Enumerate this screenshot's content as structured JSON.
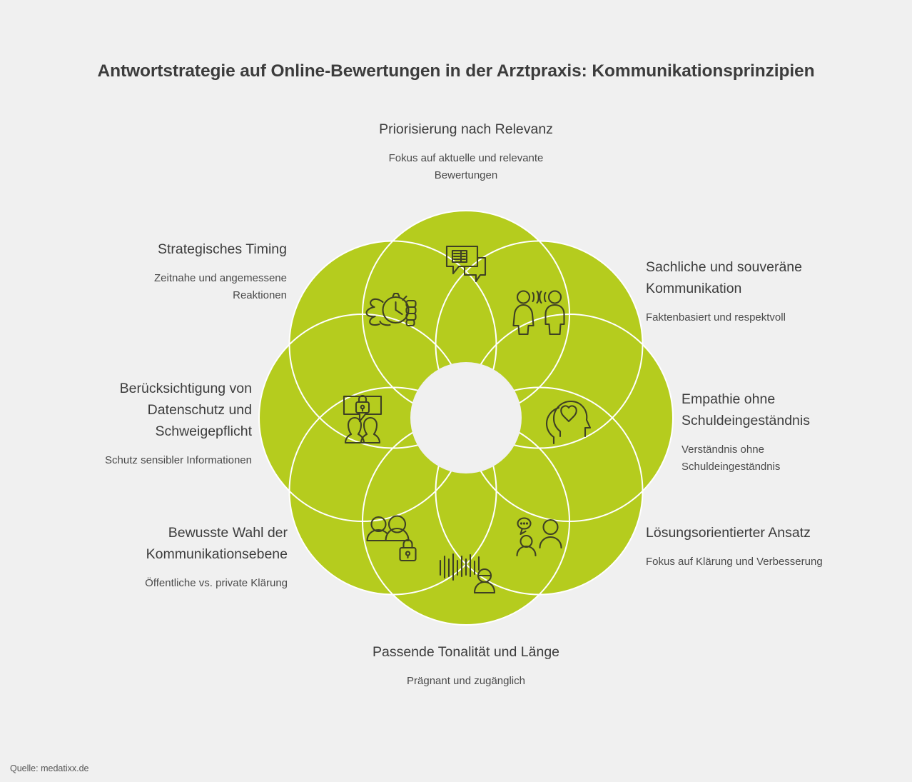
{
  "header": {
    "title": "Antwortstrategie auf Online-Bewertungen in der Arztpraxis: Kommunikationsprinzipien"
  },
  "footer": {
    "source": "Quelle: medatixx.de"
  },
  "theme": {
    "background": "#f0f0f0",
    "circle_fill": "#b5cc1e",
    "circle_stroke": "#ffffff",
    "icon_stroke": "#3e4024",
    "title_color": "#3c3c3c",
    "label_color": "#3c3c3c",
    "desc_color": "#4a4a4a"
  },
  "diagram": {
    "type": "overlapping-circle-rosette",
    "circle_count": 8,
    "nodes": [
      {
        "index": 0,
        "position": "top",
        "title": "Priorisierung nach Relevanz",
        "description": "Fokus auf aktuelle und relevante Bewertungen",
        "icon": "speech-bubbles-chart-icon",
        "align": "center"
      },
      {
        "index": 1,
        "position": "upper-right",
        "title": "Sachliche und souveräne Kommunikation",
        "description": "Faktenbasiert und respektvoll",
        "icon": "two-people-talking-icon",
        "align": "left"
      },
      {
        "index": 2,
        "position": "right",
        "title": "Empathie ohne Schuldeingeständnis",
        "description": "Verständnis ohne Schuldeingeständnis",
        "icon": "head-with-heart-icon",
        "align": "left"
      },
      {
        "index": 3,
        "position": "lower-right",
        "title": "Lösungsorientierter Ansatz",
        "description": "Fokus auf Klärung und Verbesserung",
        "icon": "people-speech-bubble-icon",
        "align": "left"
      },
      {
        "index": 4,
        "position": "bottom",
        "title": "Passende Tonalität und Länge",
        "description": "Prägnant und zugänglich",
        "icon": "person-soundwave-icon",
        "align": "center"
      },
      {
        "index": 5,
        "position": "lower-left",
        "title": "Bewusste Wahl der Kommunikationsebene",
        "description": "Öffentliche vs. private Klärung",
        "icon": "two-people-padlock-icon",
        "align": "right"
      },
      {
        "index": 6,
        "position": "left",
        "title": "Berücksichtigung von Datenschutz und Schweigepflicht",
        "description": "Schutz sensibler Informationen",
        "icon": "padlock-bubble-people-icon",
        "align": "right"
      },
      {
        "index": 7,
        "position": "upper-left",
        "title": "Strategisches Timing",
        "description": "Zeitnahe und angemessene Reaktionen",
        "icon": "hand-stopwatch-icon",
        "align": "right"
      }
    ]
  }
}
